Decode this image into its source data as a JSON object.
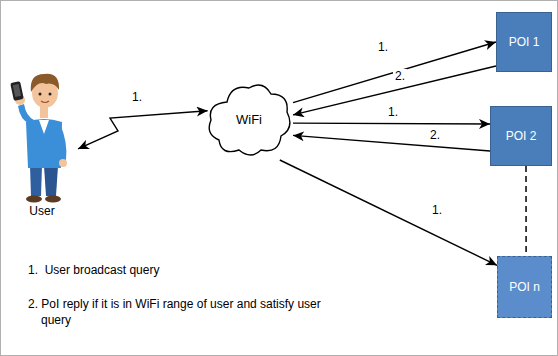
{
  "diagram": {
    "nodes": [
      {
        "text": [
          "User"
        ]
      },
      {
        "text": [
          "WiFi"
        ]
      },
      {
        "text": [
          "POI 1"
        ]
      },
      {
        "text": [
          "POI 2"
        ]
      },
      {
        "text": [
          "POI n"
        ]
      }
    ],
    "edges": [
      {
        "from": 0,
        "to": 1,
        "arrow": "both",
        "label": "1."
      },
      {
        "from": 1,
        "to": 2,
        "arrow": "to",
        "label": "1."
      },
      {
        "from": 2,
        "to": 1,
        "arrow": "to",
        "label": "2."
      },
      {
        "from": 1,
        "to": 3,
        "arrow": "to",
        "label": "1."
      },
      {
        "from": 3,
        "to": 1,
        "arrow": "to",
        "label": "2."
      },
      {
        "from": 1,
        "to": 4,
        "arrow": "to",
        "label": "1."
      },
      {
        "from": 3,
        "to": 4,
        "arrow": "none"
      }
    ],
    "labels": [
      "1.  User broadcast query",
      "2. PoI reply if it is in WiFi range of user and satisfy user query"
    ]
  }
}
